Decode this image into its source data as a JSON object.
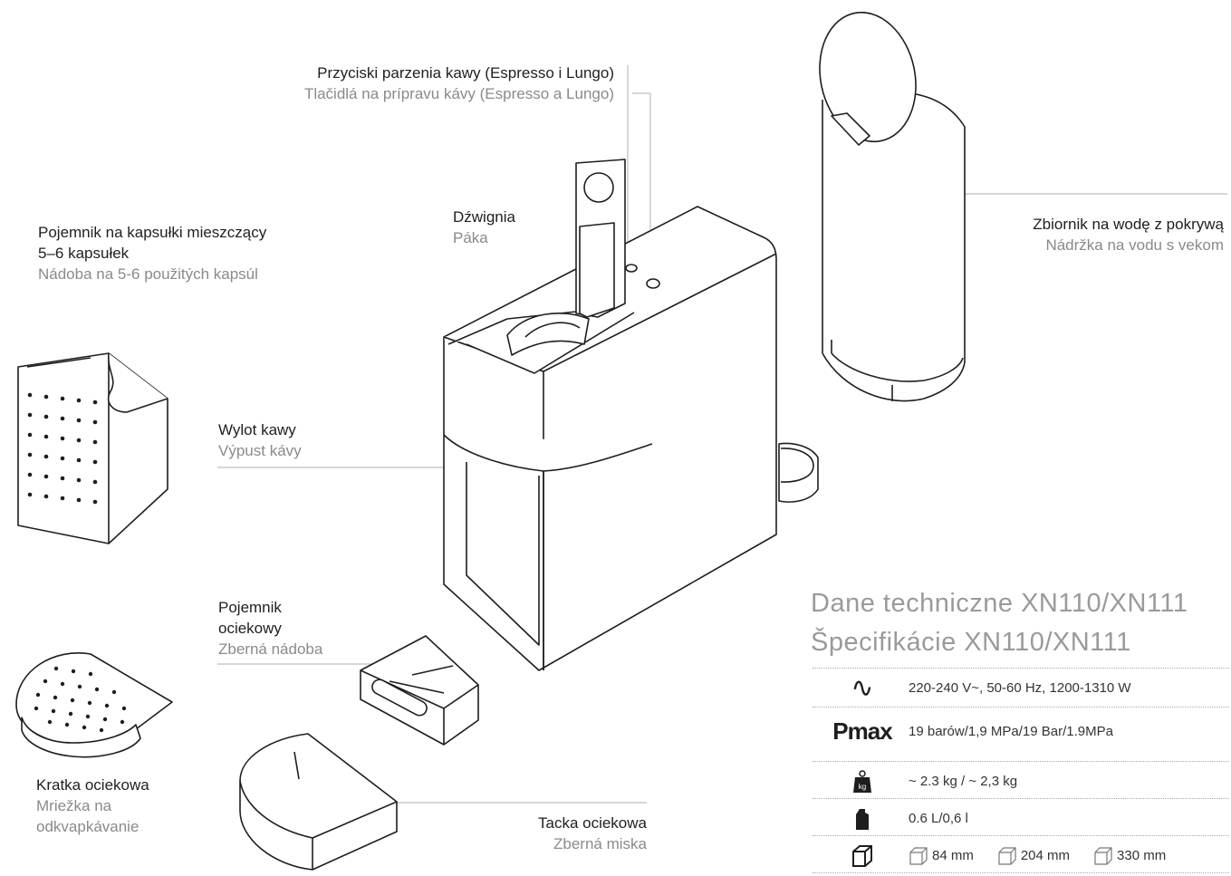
{
  "labels": {
    "brew_buttons": {
      "pl": "Przyciski parzenia kawy (Espresso i Lungo)",
      "sk": "Tlačidlá na prípravu kávy (Espresso a Lungo)"
    },
    "lever": {
      "pl": "Dźwignia",
      "sk": "Páka"
    },
    "capsule_container": {
      "pl1": "Pojemnik na kapsułki mieszczący",
      "pl2": "5–6 kapsułek",
      "sk": "Nádoba na 5-6 použitých kapsúl"
    },
    "water_tank": {
      "pl": "Zbiornik na wodę z pokrywą",
      "sk": "Nádržka na vodu s vekom"
    },
    "coffee_outlet": {
      "pl": "Wylot kawy",
      "sk": "Výpust kávy"
    },
    "drip_container": {
      "pl1": "Pojemnik",
      "pl2": "ociekowy",
      "sk": "Zberná nádoba"
    },
    "drip_grid": {
      "pl": "Kratka ociekowa",
      "sk1": "Mriežka na",
      "sk2": "odkvapkávanie"
    },
    "drip_tray": {
      "pl": "Tacka ociekowa",
      "sk": "Zberná miska"
    }
  },
  "specs": {
    "title_pl": "Dane techniczne XN110/XN111",
    "title_sk": "Špecifikácie XN110/XN111",
    "pmax_symbol": "Pmax",
    "ac_symbol": "∿",
    "power": "220-240 V~, 50-60 Hz, 1200-1310 W",
    "pressure": "19 barów/1,9 MPa/19 Bar/1.9MPa",
    "weight": "~ 2.3 kg / ~ 2,3 kg",
    "weight_icon_text": "kg",
    "capacity": "0.6 L/0,6 l",
    "dims": [
      "84 mm",
      "204 mm",
      "330 mm"
    ]
  },
  "colors": {
    "line": "#1e1e1e",
    "leader": "#bdbdbd",
    "muted": "#8a8a8a"
  }
}
